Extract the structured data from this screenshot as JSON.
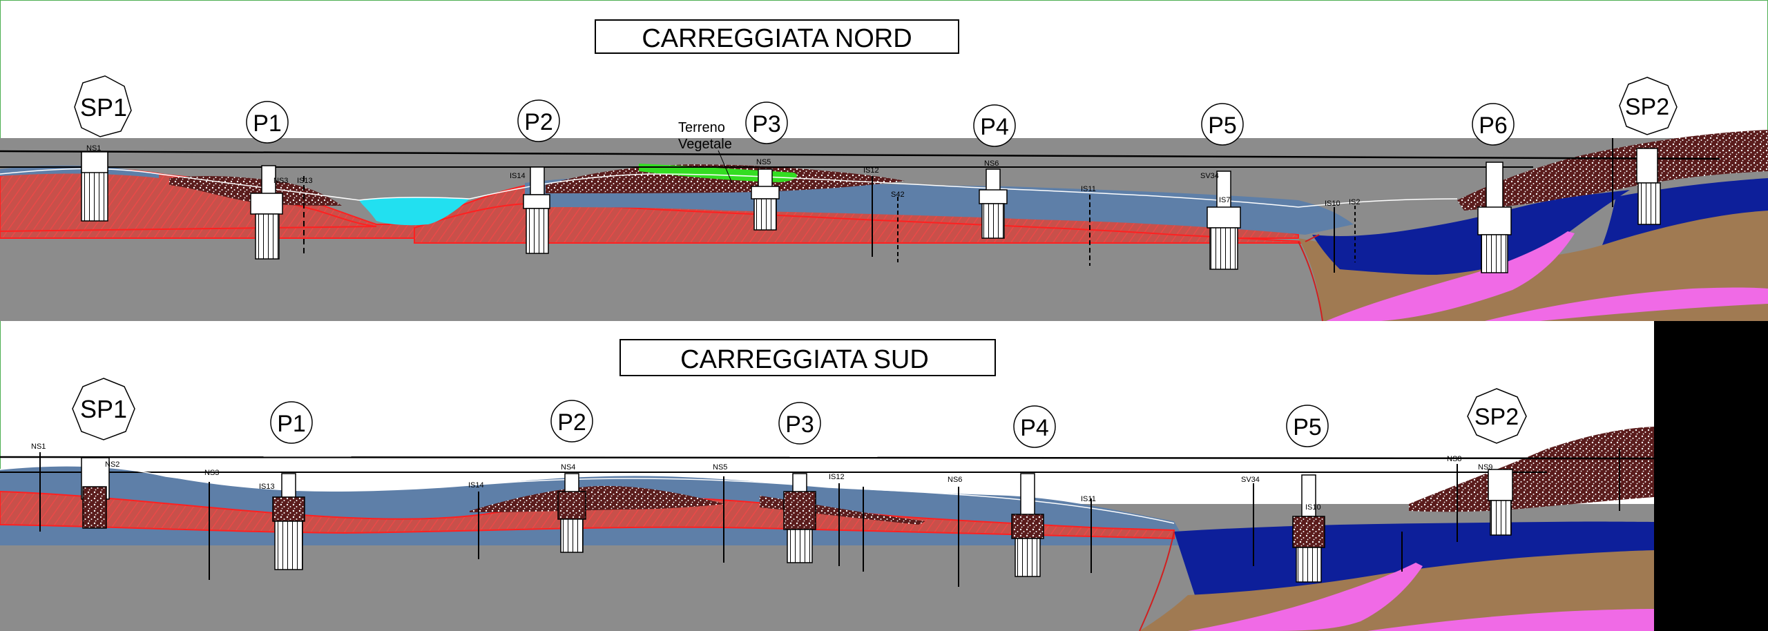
{
  "sections": {
    "north": {
      "title": "CARREGGIATA NORD",
      "piers": [
        "SP1",
        "P1",
        "P2",
        "P3",
        "P4",
        "P5",
        "P6",
        "SP2"
      ],
      "annotation": [
        "Terreno",
        "Vegetale"
      ],
      "boreholes": [
        "NS1",
        "NS3",
        "IS13",
        "IS14",
        "NS5",
        "IS12",
        "S42",
        "NS6",
        "IS11",
        "SV34",
        "IS7",
        "IS10",
        "IS2"
      ]
    },
    "south": {
      "title": "CARREGGIATA SUD",
      "piers": [
        "SP1",
        "P1",
        "P2",
        "P3",
        "P4",
        "P5",
        "SP2"
      ],
      "boreholes": [
        "NS1",
        "NS2",
        "NS3",
        "IS13",
        "IS14",
        "NS4",
        "NS5",
        "IS12",
        "NS6",
        "IS11",
        "SV34",
        "IS10",
        "NS8",
        "NS9"
      ]
    }
  },
  "colors": {
    "red_layer": "#c8504a",
    "grey_substrate": "#8c8c8c",
    "blue_grey_layer": "#5e7fa8",
    "dark_blue_layer": "#0d1f9a",
    "brown_layer": "#a07a52",
    "pink_layer": "#f06ae6",
    "dotted_fill": "#5a1c1c",
    "cyan_water": "#22e0f0",
    "green_vegetation": "#33dd22",
    "deck_line": "#000000",
    "frame_line": "#4caf50"
  }
}
